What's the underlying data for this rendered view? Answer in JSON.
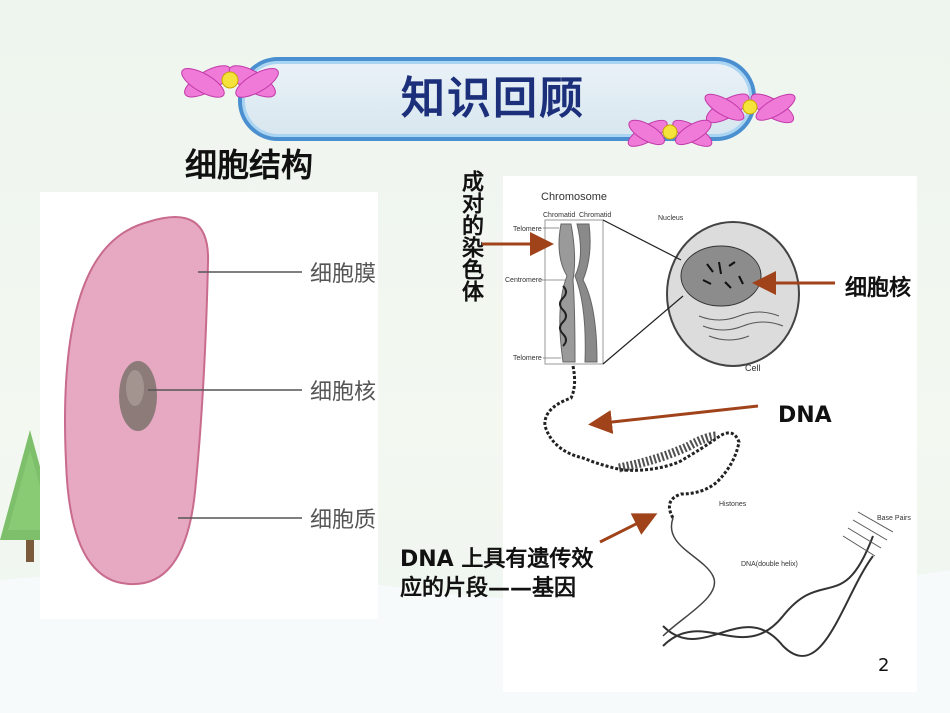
{
  "banner": {
    "title": "知识回顾"
  },
  "left": {
    "section_title": "细胞结构",
    "labels": {
      "membrane": "细胞膜",
      "nucleus": "细胞核",
      "cytoplasm": "细胞质"
    }
  },
  "right": {
    "paired_chromosomes": "成对的染色体",
    "nucleus_label": "细胞核",
    "dna_label": "DNA",
    "gene_label": "DNA 上具有遗传效应的片段——基因",
    "diagram": {
      "chromosome": "Chromosome",
      "chromatid_1": "Chromatid",
      "chromatid_2": "Chromatid",
      "telomere_top": "Telomere",
      "centromere": "Centromere",
      "telomere_bottom": "Telomere",
      "nucleus": "Nucleus",
      "cell": "Cell",
      "histones": "Histones",
      "base_pairs": "Base Pairs",
      "double_helix": "DNA(double helix)"
    }
  },
  "page_number": "2",
  "colors": {
    "arrow": "#a0421a",
    "cell_fill": "#e7a8c2",
    "banner_border": "#4a8fd0",
    "title": "#1c2f7a"
  }
}
